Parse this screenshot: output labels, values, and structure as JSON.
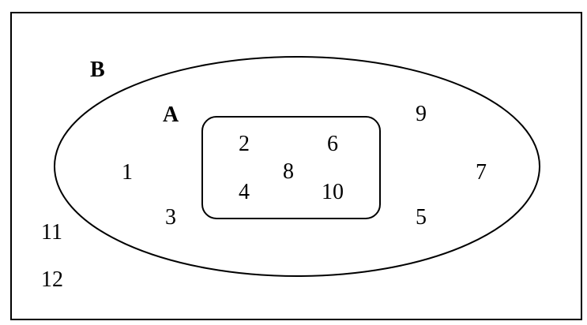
{
  "sets": {
    "outer_label": "B",
    "inner_label": "A"
  },
  "elements": {
    "in_A": [
      "2",
      "6",
      "8",
      "4",
      "10"
    ],
    "in_B_only": [
      "1",
      "3",
      "9",
      "7",
      "5"
    ],
    "outside": [
      "11",
      "12"
    ]
  },
  "colors": {
    "stroke": "#000000",
    "background": "#ffffff"
  }
}
